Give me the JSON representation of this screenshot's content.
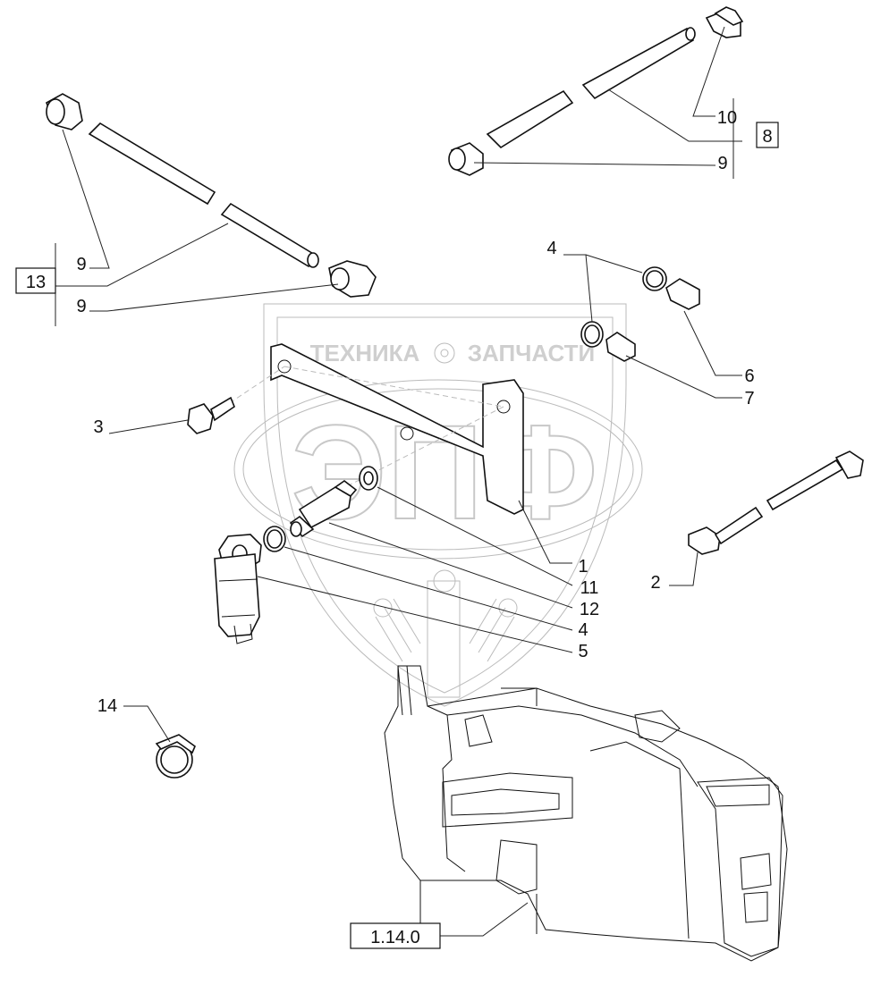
{
  "watermark": {
    "text_left": "ТЕХНИКА",
    "text_right": "ЗАПЧАСТИ",
    "logo_text": "ЭПФ",
    "emblem_icon": "gear-icon",
    "color": "#cfcfcf"
  },
  "callouts": {
    "c1": "1",
    "c2": "2",
    "c3": "3",
    "c4a": "4",
    "c4b": "4",
    "c5": "5",
    "c6": "6",
    "c7": "7",
    "c8": "8",
    "c9a": "9",
    "c9b": "9",
    "c9c": "9",
    "c10": "10",
    "c11": "11",
    "c12": "12",
    "c13": "13",
    "c14": "14",
    "ref": "1.14.0"
  }
}
